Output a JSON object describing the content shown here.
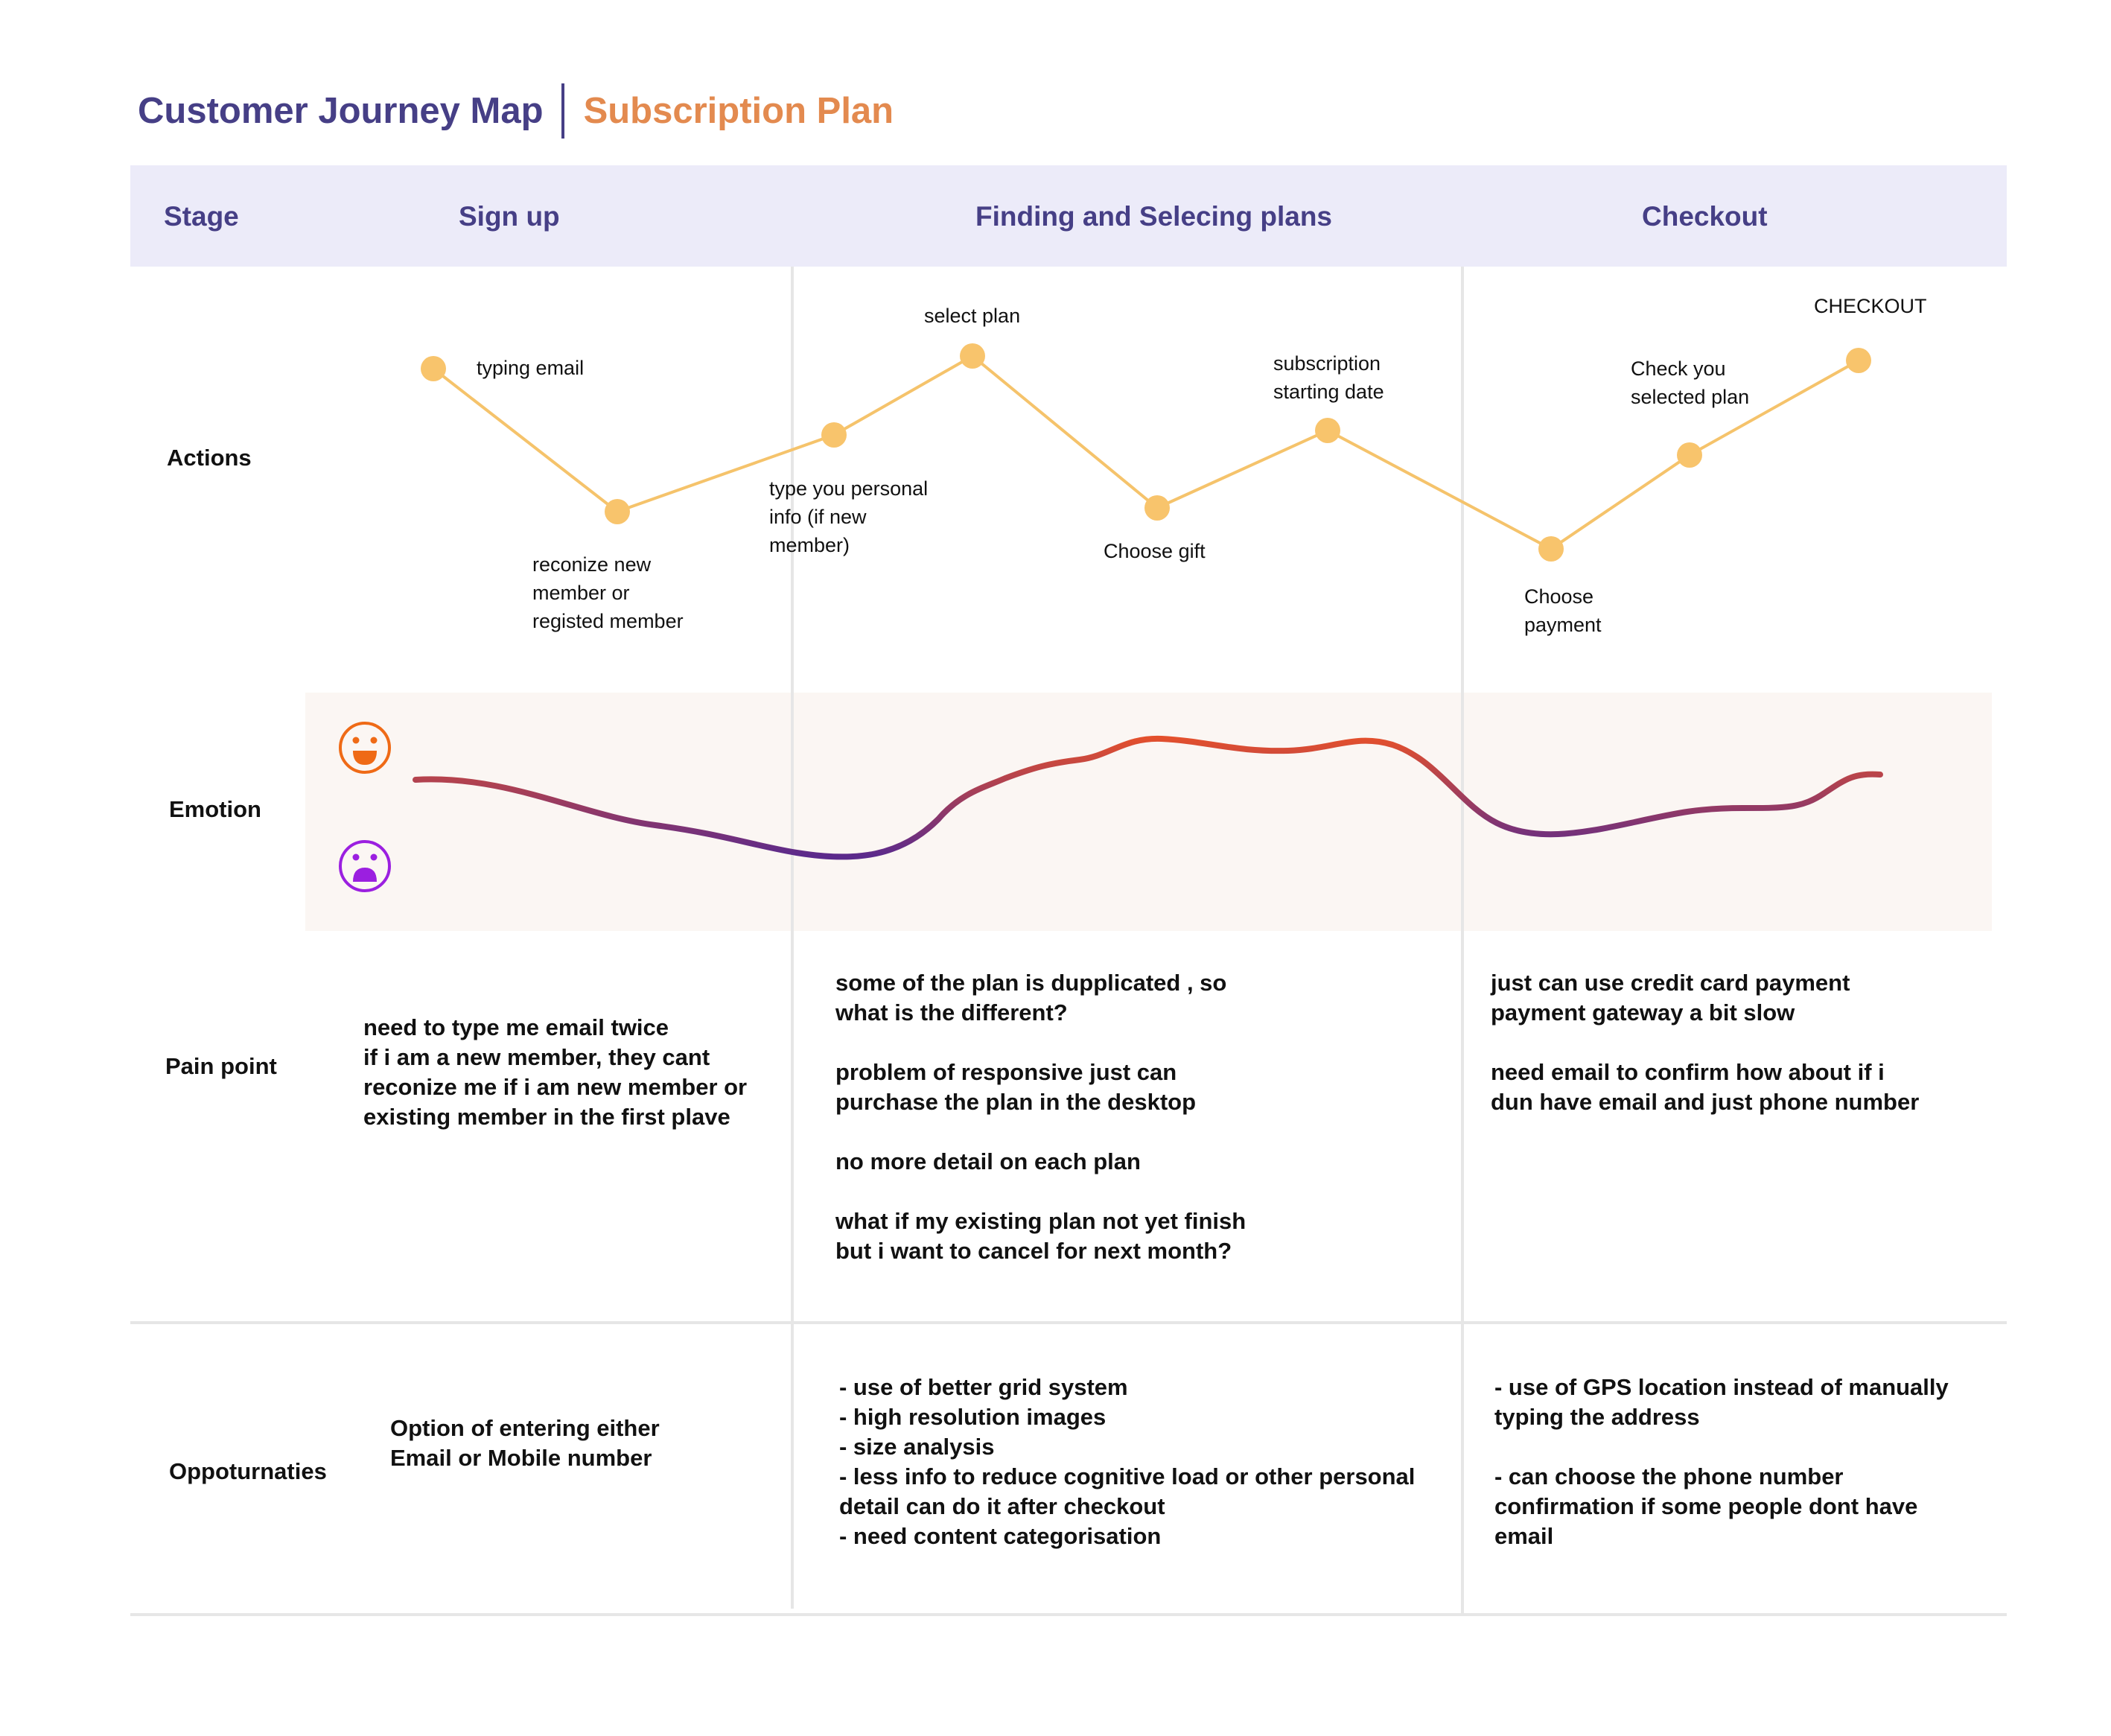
{
  "title": {
    "main": "Customer Journey Map",
    "sub": "Subscription Plan"
  },
  "header": {
    "stage_label": "Stage",
    "stages": [
      "Sign up",
      "Finding and Selecing plans",
      "Checkout"
    ]
  },
  "rows": {
    "actions": "Actions",
    "emotion": "Emotion",
    "pain_point": "Pain point",
    "opportunities": "Oppoturnaties"
  },
  "actions": [
    {
      "label": "typing email"
    },
    {
      "label": "reconize new\nmember or\nregisted member"
    },
    {
      "label": "type you personal\ninfo (if new\nmember)"
    },
    {
      "label": "select plan"
    },
    {
      "label": "Choose gift"
    },
    {
      "label": "subscription\nstarting date"
    },
    {
      "label": "Choose\npayment"
    },
    {
      "label": "Check you\nselected plan"
    },
    {
      "label": "CHECKOUT"
    }
  ],
  "emotion": {
    "happy_icon": "smiling-face-icon",
    "sad_icon": "sad-face-icon",
    "colors": {
      "happy": "#e4502c",
      "sad": "#5b2a8c",
      "happy_icon": "#ef6a16",
      "sad_icon": "#9b1fe0"
    }
  },
  "pain_points": [
    "need to type me email twice\nif i am a new member, they cant\nreconize me if i am new member or\nexisting member in the first plave",
    "some of the plan is dupplicated , so\nwhat is the different?\n\nproblem of responsive just can\npurchase the plan in the desktop\n\nno more detail on each plan\n\nwhat if my existing plan not yet finish\nbut i want to cancel for next month?",
    "just can use credit card payment\npayment gateway a bit slow\n\nneed email to confirm how about if i\ndun have email and just phone number"
  ],
  "opportunities": [
    "Option of entering either\nEmail or Mobile number",
    "- use of better grid system\n- high resolution images\n- size analysis\n- less info to reduce cognitive load or other personal\ndetail can do it after checkout\n- need content categorisation",
    "- use of GPS location instead of manually\ntyping the address\n\n- can choose the phone number\nconfirmation  if some people dont have\nemail"
  ],
  "colors": {
    "title": "#463f86",
    "subtitle": "#e38a4f",
    "header_band": "#ecebf9",
    "emotion_band": "#fbf6f3",
    "action_dot": "#f8c46c",
    "action_line": "#f5c36b"
  }
}
